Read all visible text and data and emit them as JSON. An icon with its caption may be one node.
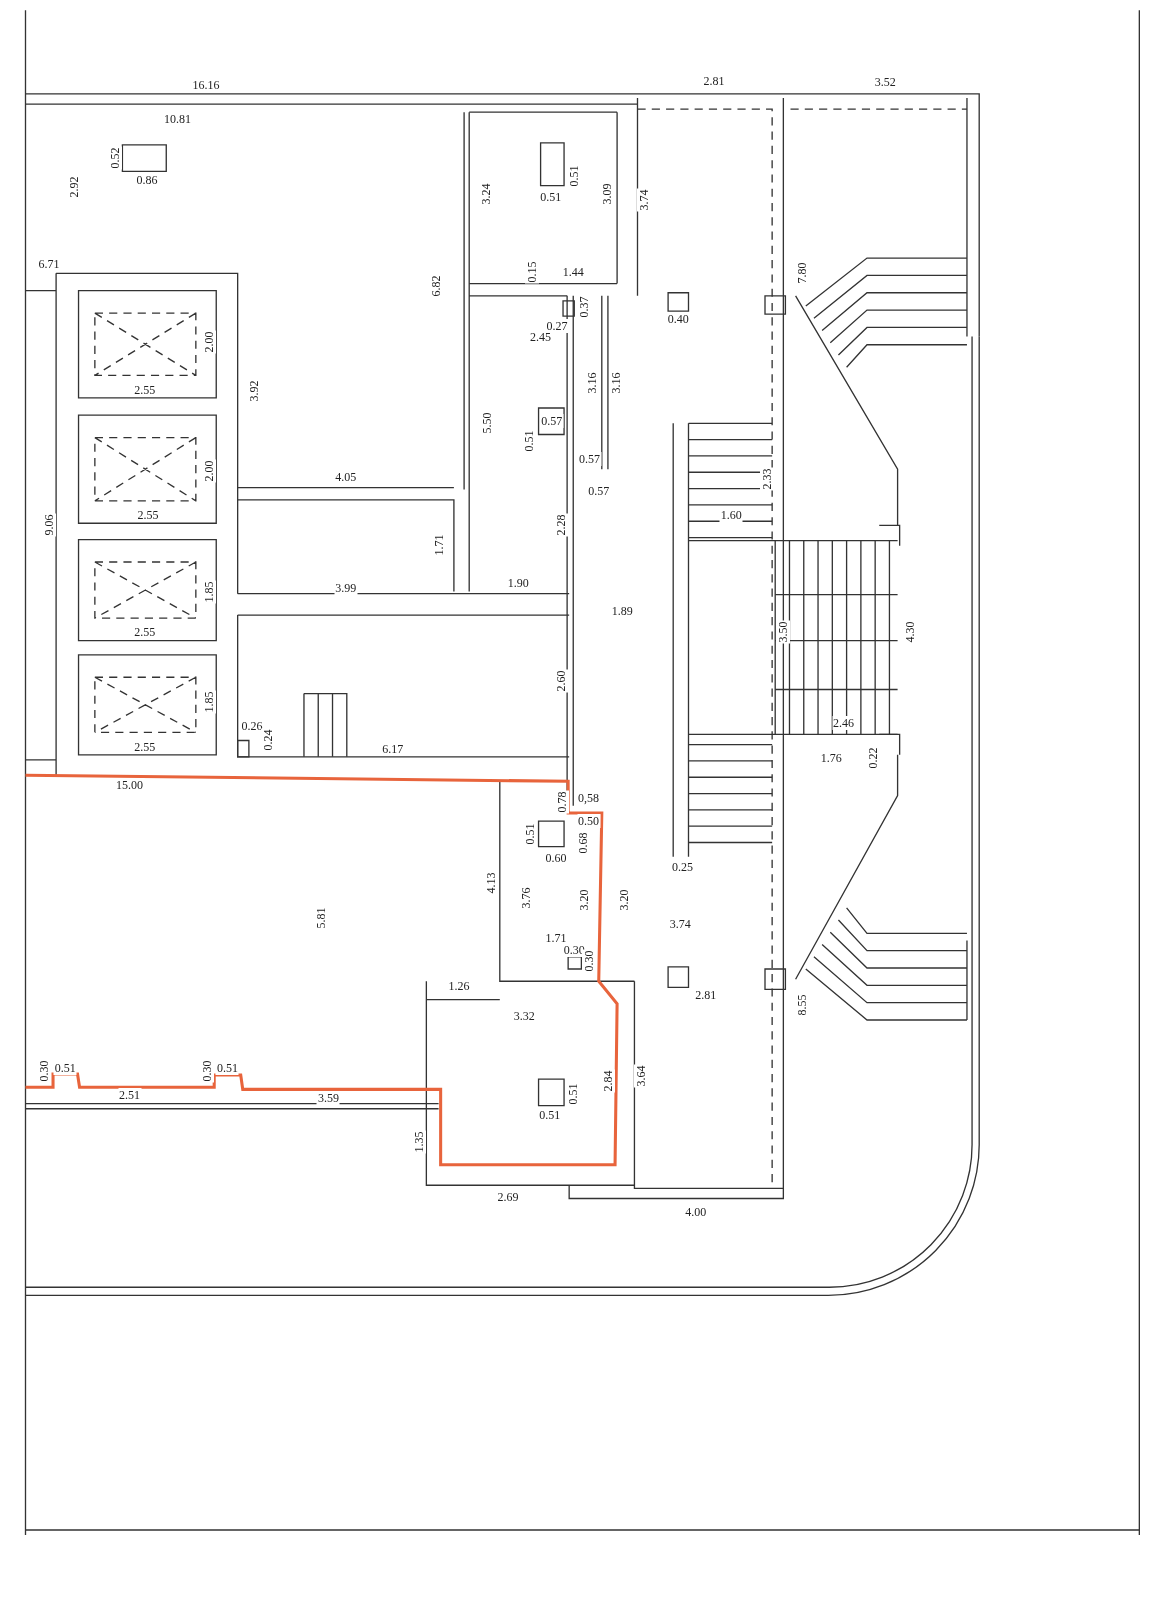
{
  "diagram": {
    "labels": [
      "16.16",
      "2.81",
      "3.52",
      "10.81",
      "0.52",
      "0.86",
      "0.51",
      "0.51",
      "3.24",
      "3.09",
      "3.74",
      "2.92",
      "6.71",
      "0.15",
      "1.44",
      "7.80",
      "6.82",
      "0.37",
      "0.27",
      "0.40",
      "2.00",
      "2.45",
      "3.92",
      "2.55",
      "3.16",
      "3.16",
      "5.50",
      "0.57",
      "0.51",
      "0.57",
      "2.00",
      "2.33",
      "4.05",
      "0.57",
      "2.55",
      "9.06",
      "1.60",
      "2.28",
      "1.71",
      "1.85",
      "3.99",
      "1.90",
      "2.55",
      "1.89",
      "3.50",
      "4.30",
      "2.60",
      "1.85",
      "2.55",
      "0.26",
      "0.24",
      "6.17",
      "2.46",
      "1.76",
      "0.22",
      "15.00",
      "0,58",
      "0.78",
      "0.50",
      "0.51",
      "0.68",
      "0.60",
      "0.25",
      "4.13",
      "3.76",
      "3.20",
      "3.20",
      "5.81",
      "3.74",
      "1.71",
      "0.30",
      "0.30",
      "1.26",
      "2.81",
      "8.55",
      "3.32",
      "0.30",
      "0.51",
      "0.30",
      "0.51",
      "2.84",
      "3.64",
      "0.51",
      "0.51",
      "2.51",
      "3.59",
      "1.35",
      "2.69",
      "4.00"
    ]
  }
}
